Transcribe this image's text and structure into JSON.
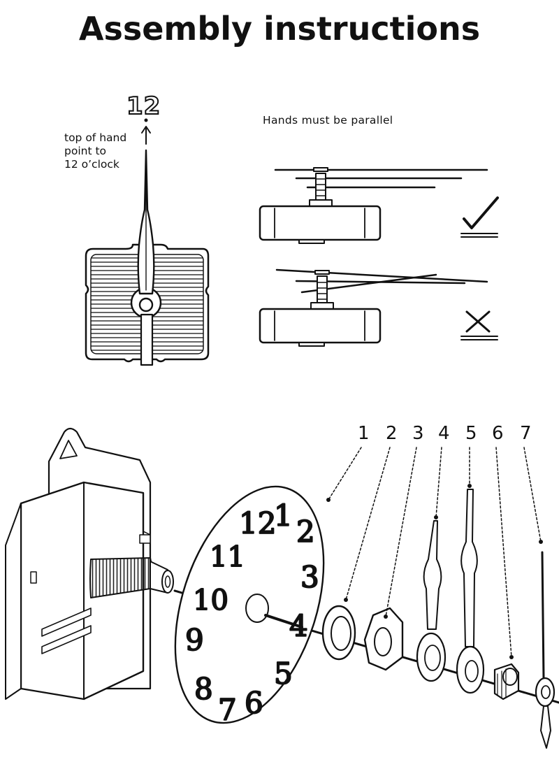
{
  "title": "Assembly instructions",
  "hand_note": {
    "twelve": "12",
    "lines": [
      "top of hand",
      "point to",
      "12 o’clock"
    ]
  },
  "parallel_label": "Hands must be parallel",
  "checks": [
    {
      "label": "correct",
      "icon": "checkmark-icon"
    },
    {
      "label": "incorrect",
      "icon": "cross-icon"
    }
  ],
  "part_numbers": [
    "1",
    "2",
    "3",
    "4",
    "5",
    "6",
    "7"
  ],
  "dial_numerals": [
    "12",
    "1",
    "2",
    "3",
    "4",
    "5",
    "6",
    "7",
    "8",
    "9",
    "10",
    "11"
  ]
}
